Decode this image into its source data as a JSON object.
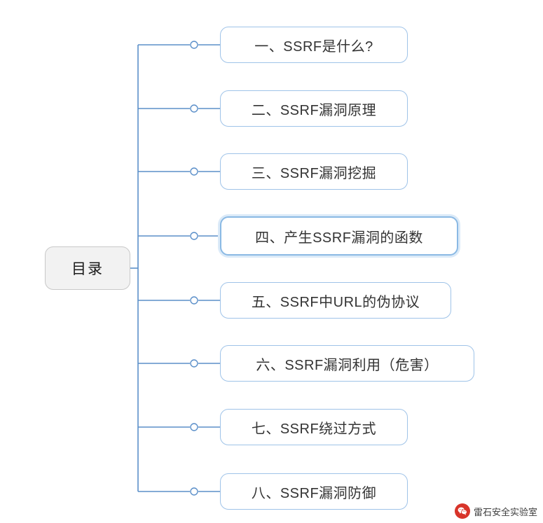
{
  "diagram": {
    "type": "mindmap",
    "root": {
      "label": "目录"
    },
    "branches": [
      {
        "label": "一、SSRF是什么?",
        "selected": false
      },
      {
        "label": "二、SSRF漏洞原理",
        "selected": false
      },
      {
        "label": "三、SSRF漏洞挖掘",
        "selected": false
      },
      {
        "label": "四、产生SSRF漏洞的函数",
        "selected": true
      },
      {
        "label": "五、SSRF中URL的伪协议",
        "selected": false
      },
      {
        "label": "六、SSRF漏洞利用（危害）",
        "selected": false
      },
      {
        "label": "七、SSRF绕过方式",
        "selected": false
      },
      {
        "label": "八、SSRF漏洞防御",
        "selected": false
      }
    ],
    "colors": {
      "branch_border": "#9fc3e8",
      "connector": "#5b8fc9",
      "root_fill": "#f2f2f2",
      "selection": "#8ab9e4"
    }
  },
  "watermark": {
    "text": "雷石安全实验室",
    "icon": "wechat-official-account-icon"
  }
}
